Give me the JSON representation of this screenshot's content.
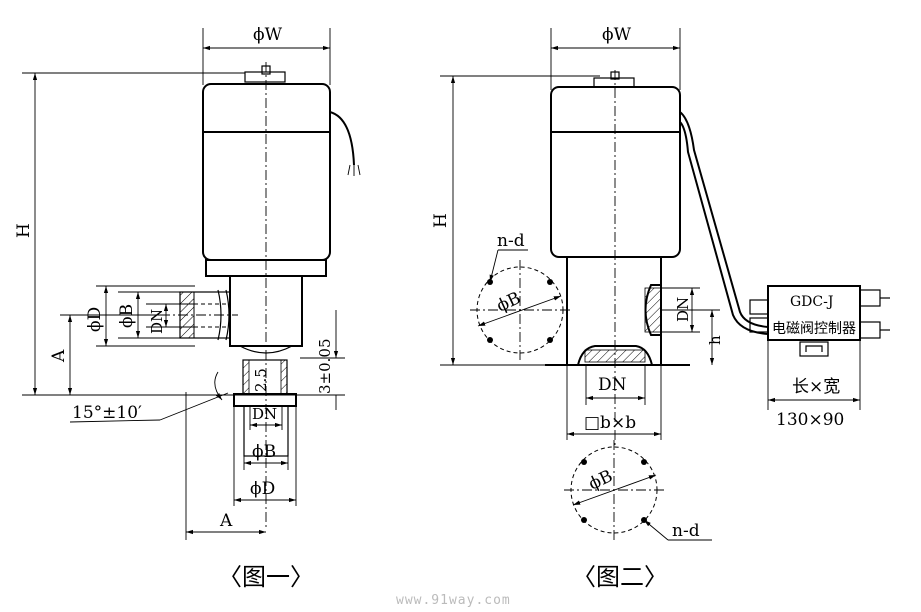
{
  "figure1": {
    "caption": "〈图一〉",
    "label_phiW": "ϕW",
    "label_H": "H",
    "label_phiD_left": "ϕD",
    "label_phiB_left": "ϕB",
    "label_DN_left": "DN",
    "label_A_left": "A",
    "label_2_5": "2.5",
    "label_3_005": "3±0.05",
    "label_angle": "15°±10′",
    "label_DN_bottom": "DN",
    "label_phiB_bottom": "ϕB",
    "label_phiD_bottom": "ϕD",
    "label_A_bottom": "A"
  },
  "figure2": {
    "caption": "〈图二〉",
    "label_phiW": "ϕW",
    "label_H": "H",
    "label_nd_top": "n-d",
    "label_phiB_left": "ϕB",
    "label_DN_side": "DN",
    "label_h": "h",
    "label_DN_bottom": "DN",
    "label_bxb": "□b×b",
    "label_phiB_bottom": "ϕB",
    "label_nd_bottom": "n-d",
    "controller_model": "GDC-J",
    "controller_name": "电磁阀控制器",
    "controller_dims_label": "长×宽",
    "controller_dims_value": "130×90"
  },
  "watermark": "www.91way.com"
}
